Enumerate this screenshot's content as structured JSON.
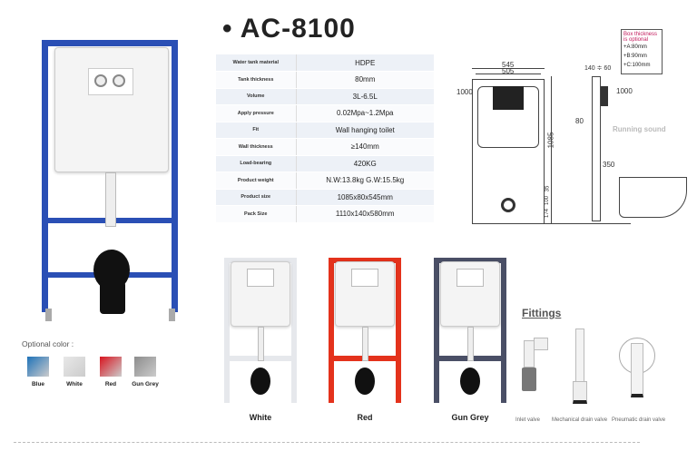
{
  "title": {
    "bullet": "•",
    "model": "AC-8100"
  },
  "specs": [
    {
      "label": "Water tank material",
      "value": "HDPE"
    },
    {
      "label": "Tank thickness",
      "value": "80mm"
    },
    {
      "label": "Volume",
      "value": "3L-6.5L"
    },
    {
      "label": "Apply pressure",
      "value": "0.02Mpa~1.2Mpa"
    },
    {
      "label": "Fit",
      "value": "Wall hanging toilet"
    },
    {
      "label": "Wall thickness",
      "value": "≥140mm"
    },
    {
      "label": "Load-bearing",
      "value": "420KG"
    },
    {
      "label": "Product weight",
      "value": "N.W:13.8kg   G.W:15.5kg"
    },
    {
      "label": "Product size",
      "value": "1085x80x545mm"
    },
    {
      "label": "Pack Size",
      "value": "1110x140x580mm"
    }
  ],
  "box_note": {
    "heading": "Box thickness is optional",
    "options": [
      "+A:80mm",
      "+B:90mm",
      "+C:100mm"
    ]
  },
  "drawing": {
    "width_outer": "545",
    "width_inner": "505",
    "height": "1085",
    "left_level": "1000",
    "right_level": "1000",
    "depth": "140 ≑ 60",
    "tank": "80",
    "pan": "350",
    "d1": "35",
    "d2": "100",
    "d3": "174",
    "watermark": "Running sound"
  },
  "optional_color": {
    "label": "Optional color :",
    "colors": [
      {
        "name": "Blue",
        "hex": "#1f72b8"
      },
      {
        "name": "White",
        "hex": "#e8e8e8"
      },
      {
        "name": "Red",
        "hex": "#d8141f"
      },
      {
        "name": "Gun Grey",
        "hex": "#8c8c8c"
      }
    ]
  },
  "variants": [
    {
      "name": "White",
      "color": "#e6e8ec"
    },
    {
      "name": "Red",
      "color": "#e4321c"
    },
    {
      "name": "Gun Grey",
      "color": "#4a4f66"
    }
  ],
  "main_frame_color": "#2a4fb5",
  "fittings": {
    "heading": "Fittings",
    "items": [
      "Inlet valve",
      "Mechanical drain valve",
      "Pneumatic drain valve"
    ]
  }
}
